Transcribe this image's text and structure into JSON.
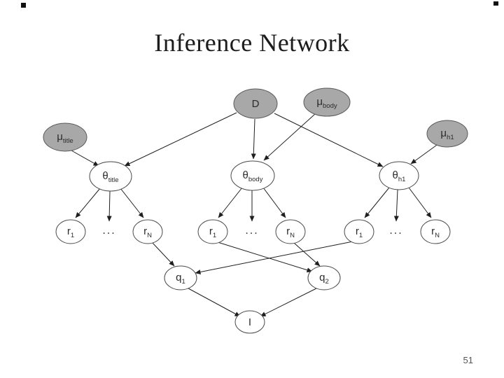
{
  "slide": {
    "title": "Inference Network",
    "page_number": "51"
  },
  "colors": {
    "node_gray_fill": "#a8a8a8",
    "node_white_fill": "#ffffff",
    "edge_color": "#1f1f1f"
  },
  "nodes": {
    "d": {
      "label": "D"
    },
    "mu_title": {
      "label": "μ",
      "sub": "title"
    },
    "mu_body": {
      "label": "μ",
      "sub": "body"
    },
    "mu_h1": {
      "label": "μ",
      "sub": "h1"
    },
    "theta_title": {
      "label": "θ",
      "sub": "title"
    },
    "theta_body": {
      "label": "θ",
      "sub": "body"
    },
    "theta_h1": {
      "label": "θ",
      "sub": "h1"
    },
    "r1": {
      "label": "r",
      "sub": "1"
    },
    "rN": {
      "label": "r",
      "sub": "N"
    },
    "dots": {
      "label": "..."
    },
    "q1": {
      "label": "q",
      "sub": "1"
    },
    "q2": {
      "label": "q",
      "sub": "2"
    },
    "i": {
      "label": "I"
    }
  }
}
